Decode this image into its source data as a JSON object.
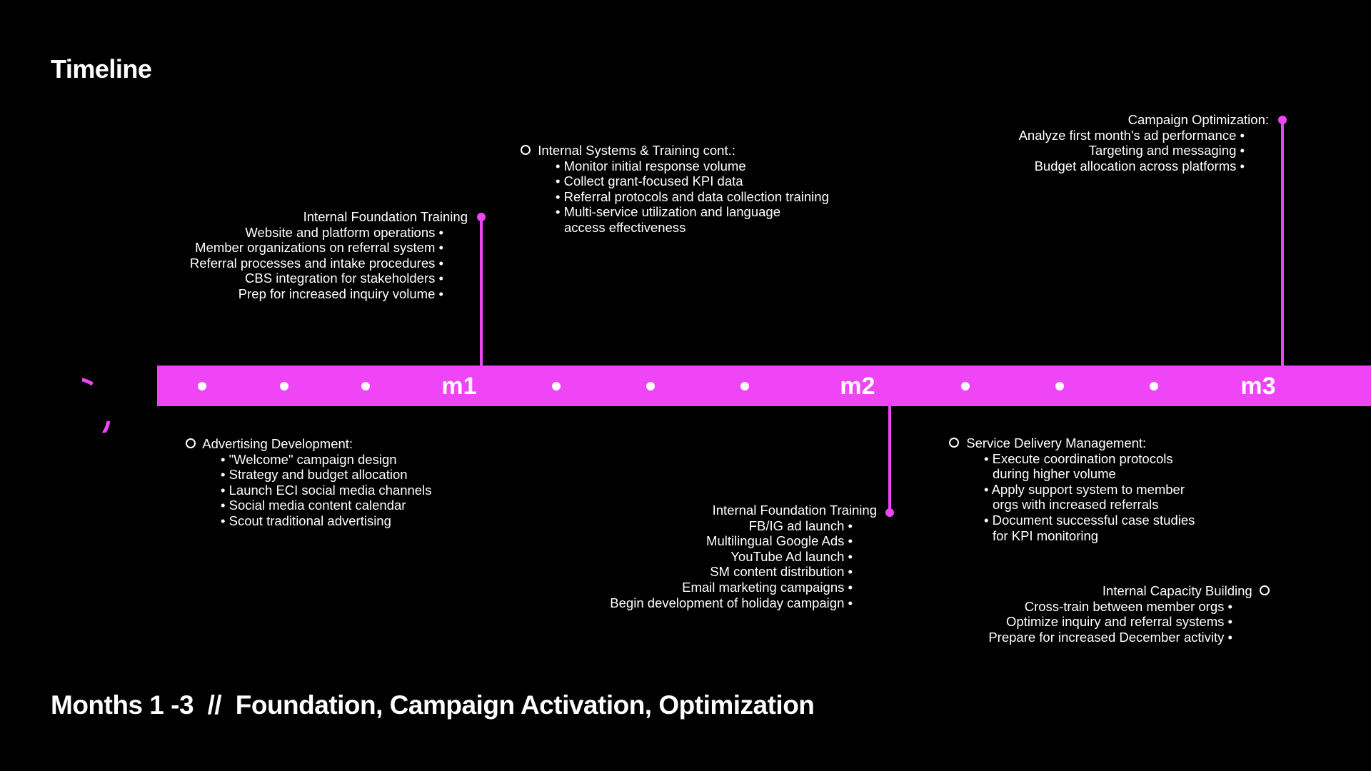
{
  "title": "Timeline",
  "footer": "Months 1 -3  //  Foundation, Campaign Activation, Optimization",
  "accent_color": "#ef45f7",
  "milestones": [
    "m1",
    "m2",
    "m3"
  ],
  "blocks": {
    "foundation_top": {
      "title": "Internal Foundation Training",
      "items": [
        "Website and platform operations •",
        "Member organizations on referral system •",
        "Referral processes and intake procedures •",
        "CBS integration for stakeholders •",
        "Prep for increased inquiry volume •"
      ]
    },
    "systems": {
      "title": "Internal Systems & Training cont.:",
      "items": [
        "• Monitor initial response volume",
        "• Collect grant-focused KPI data",
        "• Referral protocols and data collection training",
        "• Multi-service utilization and language",
        "access effectiveness"
      ]
    },
    "optimization": {
      "title": "Campaign Optimization:",
      "items": [
        "Analyze first month's ad performance •",
        "Targeting and messaging •",
        "Budget allocation across platforms •"
      ]
    },
    "advertising": {
      "title": "Advertising Development:",
      "items": [
        "• \"Welcome\" campaign design",
        "• Strategy and budget allocation",
        "• Launch ECI social media channels",
        "• Social media content calendar",
        "• Scout traditional advertising"
      ]
    },
    "foundation_bottom": {
      "title": "Internal Foundation Training",
      "items": [
        "FB/IG ad launch •",
        "Multilingual Google Ads •",
        "YouTube Ad launch •",
        "SM content distribution •",
        "Email marketing campaigns •",
        "Begin development of holiday campaign •"
      ]
    },
    "service": {
      "title": "Service Delivery Management:",
      "items": [
        "• Execute coordination protocols",
        "during higher volume",
        "• Apply support system to member",
        "orgs with increased referrals",
        "• Document successful case studies",
        "for KPI monitoring"
      ]
    },
    "capacity": {
      "title": "Internal Capacity Building",
      "items": [
        "Cross-train between member orgs •",
        "Optimize inquiry and referral systems •",
        "Prepare for increased December activity •"
      ]
    }
  }
}
